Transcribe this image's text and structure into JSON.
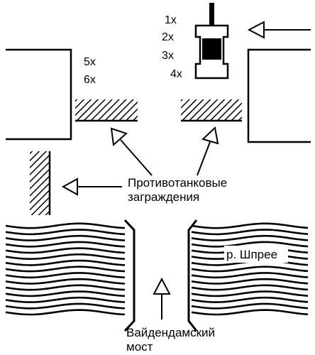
{
  "labels": {
    "tank_numbers_top": [
      "1x",
      "2x",
      "3x",
      "4x"
    ],
    "tank_numbers_left": [
      "5x",
      "6x"
    ],
    "barriers": [
      "Противотанковые",
      "заграждения"
    ],
    "river": "р. Шпрее",
    "bridge": [
      "Вайдендамский",
      "мост"
    ]
  },
  "colors": {
    "ink": "#000000",
    "paper": "#ffffff"
  },
  "icons": {
    "barrier": "hatched-block",
    "tank": "tank-icon",
    "arrow": "hollow-arrow"
  }
}
